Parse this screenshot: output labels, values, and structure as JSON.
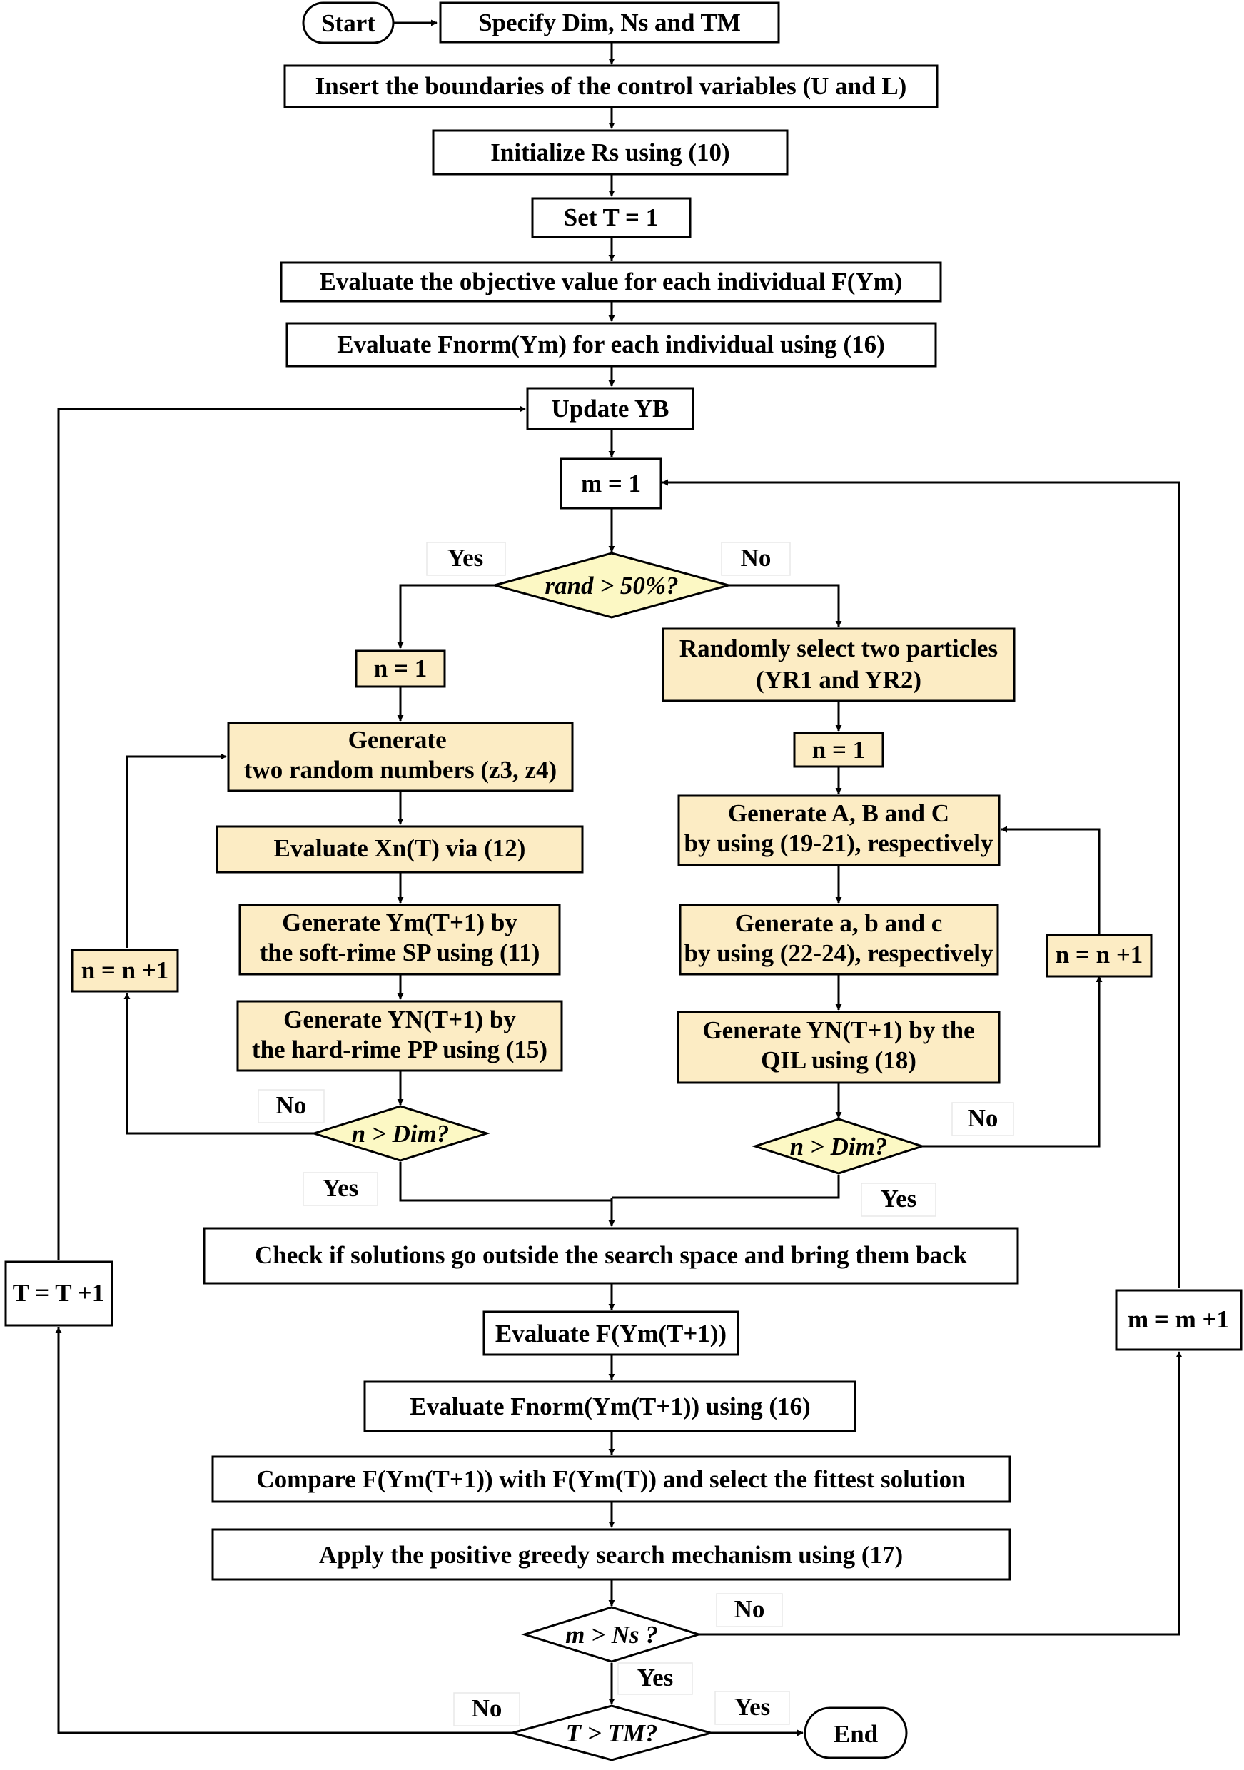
{
  "nodes": {
    "start": "Start",
    "specify": "Specify Dim, Ns and TM",
    "insert": "Insert the boundaries of the control variables (U and L)",
    "init": "Initialize Rs using (10)",
    "set_t": "Set T = 1",
    "eval_obj": "Evaluate the objective value for each individual F(Ym)",
    "eval_norm": "Evaluate Fnorm(Ym) for each individual using (16)",
    "update_yb": "Update YB",
    "m1": "m = 1",
    "rand": "rand > 50%?",
    "n1_left": "n = 1",
    "gen_random": "Generate  two random numbers (z3, z4)",
    "eval_xn": "Evaluate Xn(T) via (12)",
    "gen_ym": "Generate Ym(T+1) by the soft-rime SP using (11)",
    "gen_yn_hard": "Generate YN(T+1) by the hard-rime PP using (15)",
    "n_dim_left": "n > Dim?",
    "n_inc_left": "n = n +1",
    "select_particles": "Randomly select two particles (YR1 and YR2)",
    "n1_right": "n = 1",
    "gen_abc": "Generate A, B and C by using (19-21), respectively",
    "gen_abc_lower": "Generate a, b and c by using (22-24), respectively",
    "gen_yn_qil": "Generate YN(T+1) by the QIL using (18)",
    "n_dim_right": "n > Dim?",
    "n_inc_right": "n = n +1",
    "check": "Check if solutions go outside the search space and bring them back",
    "eval_f": "Evaluate F(Ym(T+1))",
    "eval_fnorm": "Evaluate Fnorm(Ym(T+1)) using (16)",
    "compare": "Compare F(Ym(T+1)) with F(Ym(T)) and select the fittest solution",
    "greedy": "Apply the positive greedy search mechanism using (17)",
    "m_ns": "m > Ns ?",
    "m_inc": "m = m +1",
    "t_tm": "T > TM?",
    "t_inc": "T = T +1",
    "end": "End"
  },
  "labels": {
    "yes": "Yes",
    "no": "No"
  },
  "colors": {
    "process_fill": "#fcecc4",
    "decision_fill": "#fcf8c4",
    "plain_fill": "#ffffff",
    "line": "#000000"
  }
}
